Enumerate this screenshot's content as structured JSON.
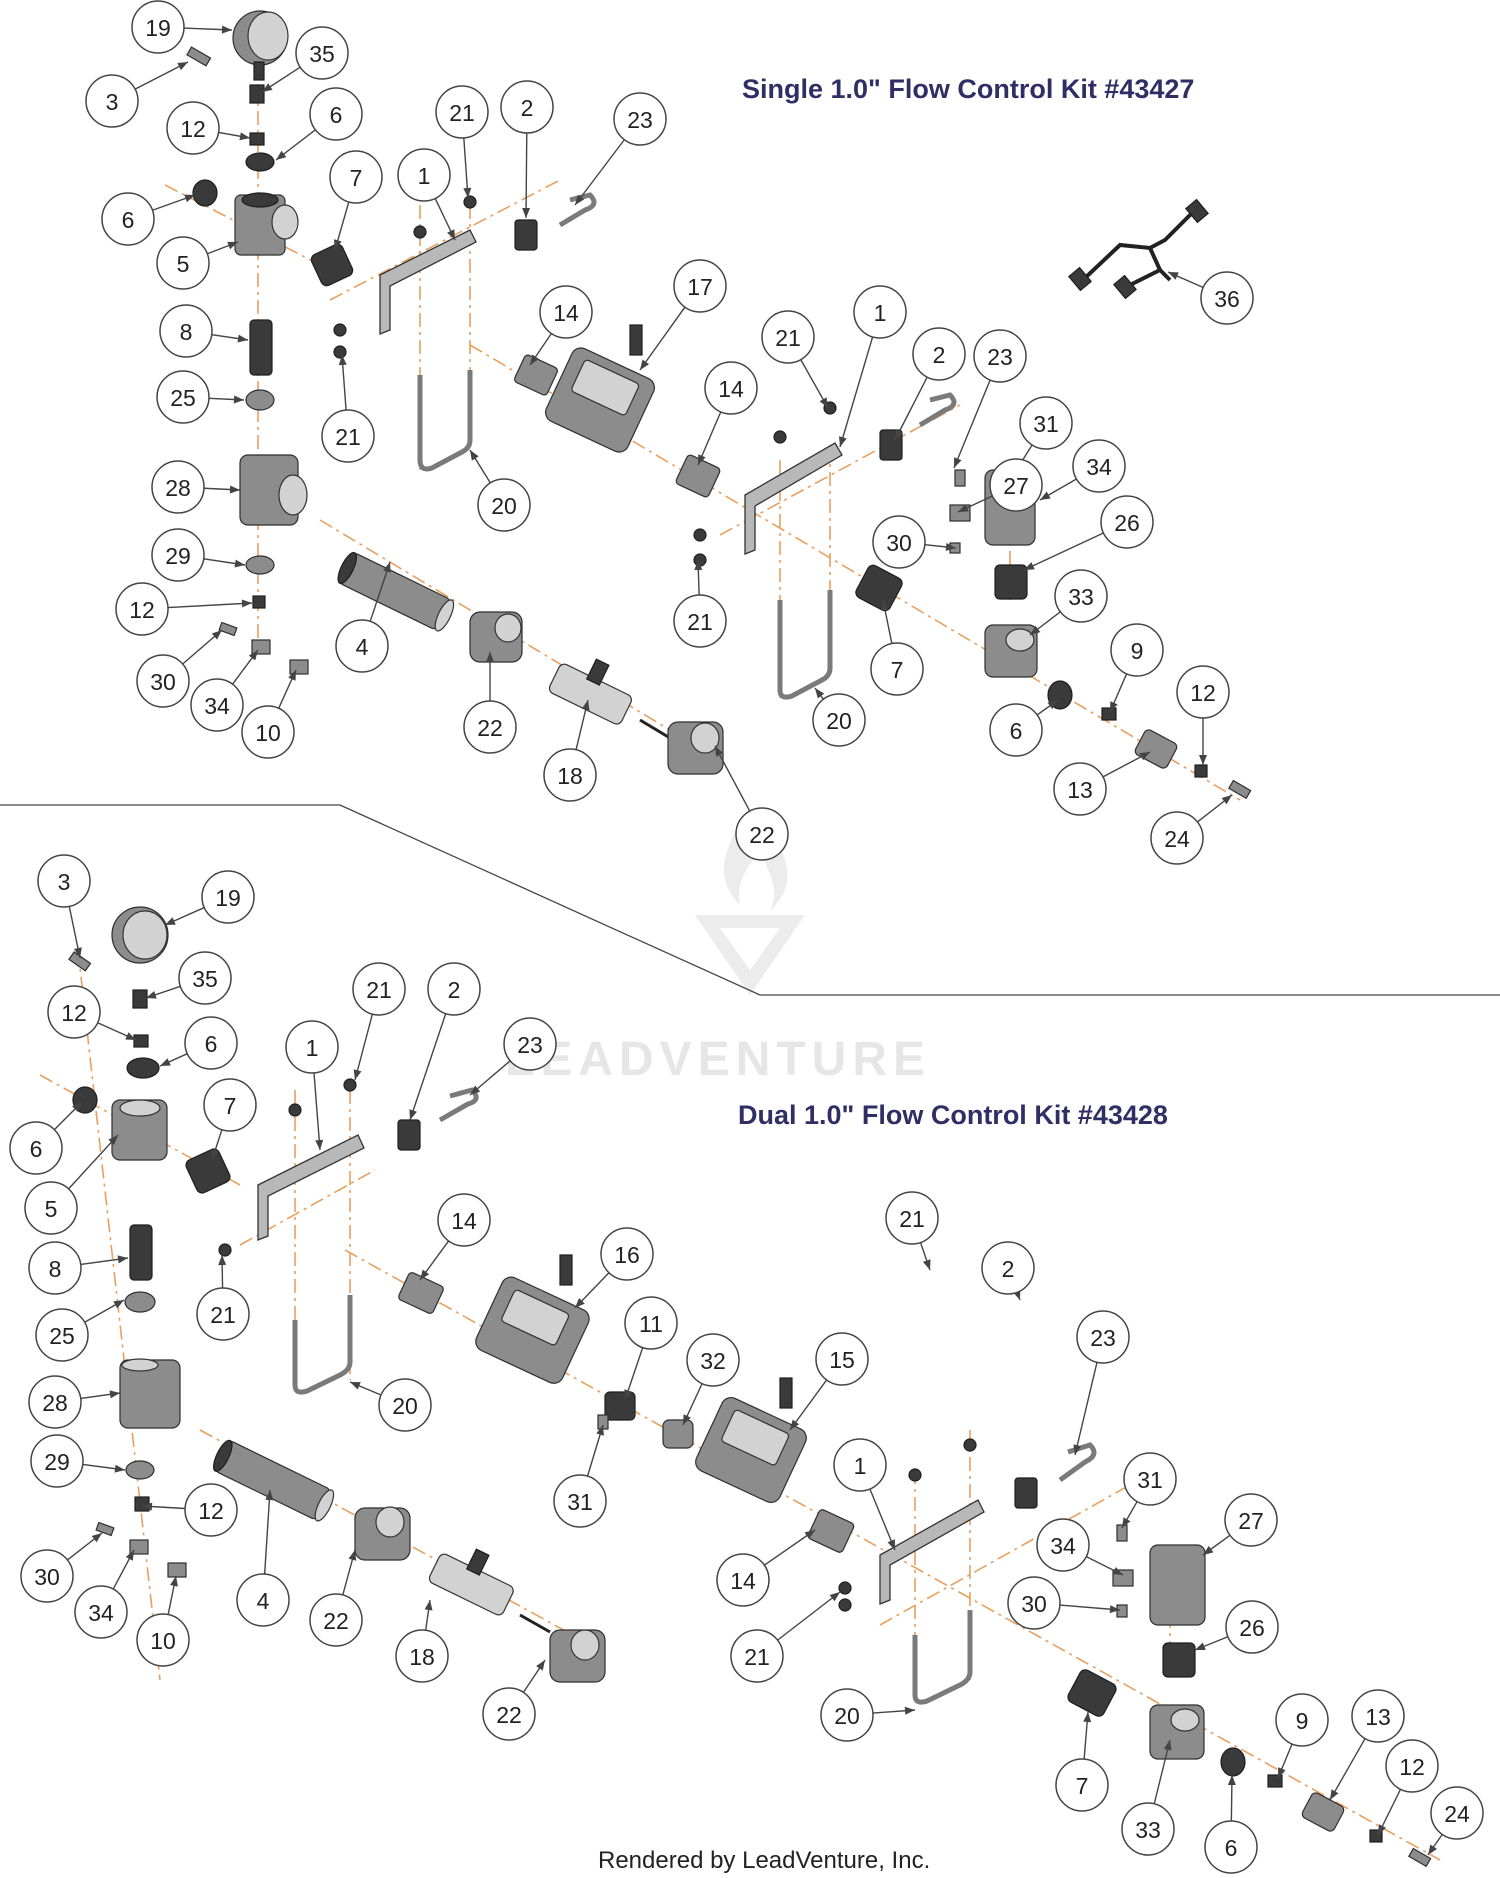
{
  "diagram": {
    "single_kit": {
      "title": "Single 1.0\" Flow Control Kit #43427",
      "callouts": [
        "19",
        "35",
        "3",
        "12",
        "6",
        "6",
        "5",
        "7",
        "1",
        "21",
        "2",
        "23",
        "8",
        "25",
        "21",
        "14",
        "17",
        "28",
        "29",
        "12",
        "30",
        "34",
        "10",
        "4",
        "22",
        "18",
        "22",
        "14",
        "21",
        "1",
        "2",
        "23",
        "31",
        "34",
        "27",
        "30",
        "26",
        "21",
        "20",
        "20",
        "7",
        "33",
        "6",
        "9",
        "12",
        "13",
        "24",
        "36"
      ]
    },
    "dual_kit": {
      "title": "Dual 1.0\" Flow Control Kit #43428",
      "callouts": [
        "3",
        "19",
        "35",
        "12",
        "6",
        "21",
        "2",
        "23",
        "1",
        "6",
        "7",
        "5",
        "8",
        "21",
        "14",
        "16",
        "25",
        "20",
        "28",
        "11",
        "32",
        "15",
        "29",
        "12",
        "31",
        "30",
        "34",
        "10",
        "4",
        "22",
        "18",
        "22",
        "21",
        "2",
        "23",
        "1",
        "31",
        "27",
        "34",
        "30",
        "26",
        "14",
        "21",
        "20",
        "7",
        "33",
        "6",
        "9",
        "13",
        "12",
        "24"
      ]
    },
    "watermark": "LEADVENTURE",
    "footer": "Rendered by LeadVenture, Inc."
  }
}
